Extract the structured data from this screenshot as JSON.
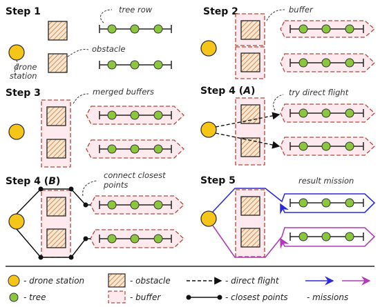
{
  "panels": {
    "p1": {
      "title": "Step 1",
      "tree_row": "tree row",
      "obstacle": "obstacle",
      "drone_line1": "drone",
      "drone_line2": "station"
    },
    "p2": {
      "title": "Step 2",
      "buffer": "buffer"
    },
    "p3": {
      "title": "Step 3",
      "merged": "merged buffers"
    },
    "p4a": {
      "title_prefix": "Step 4 (",
      "title_letter": "A",
      "title_suffix": ")",
      "note": "try direct flight"
    },
    "p4b": {
      "title_prefix": "Step 4 (",
      "title_letter": "B",
      "title_suffix": ")",
      "note_line1": "connect closest",
      "note_line2": "points"
    },
    "p5": {
      "title": "Step 5",
      "note": "result mission"
    }
  },
  "legend": {
    "drone_station": "- drone station",
    "tree": "- tree",
    "obstacle": "- obstacle",
    "buffer": "- buffer",
    "direct_flight": "- direct flight",
    "closest_points": "- closest points",
    "missions": "- missions"
  },
  "colors": {
    "station": "#f5c518",
    "tree": "#8cc63f",
    "buffer": "#b5443a",
    "buffer_fill": "#fde9ee",
    "hatch": "#c8783a",
    "mission_blue": "#2a2ad8",
    "mission_purple": "#b03ab8"
  }
}
